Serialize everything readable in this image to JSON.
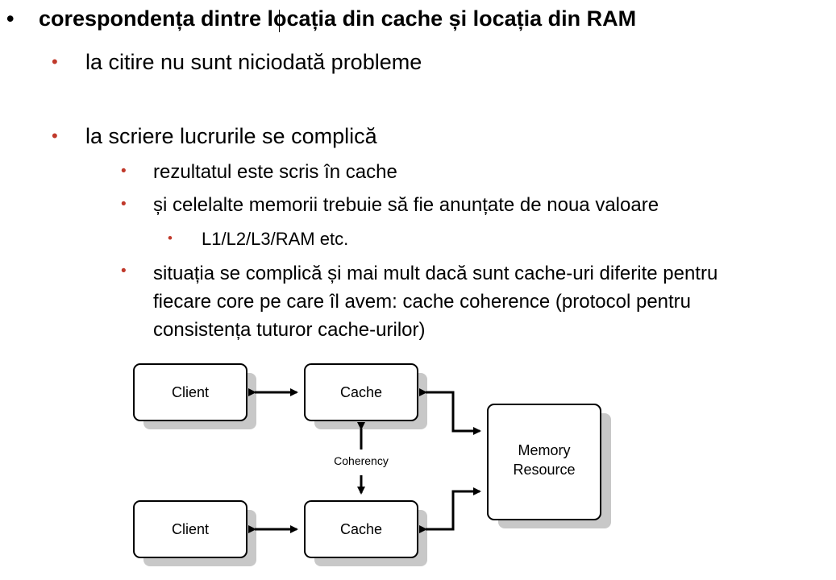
{
  "bullets": {
    "main": "corespondența dintre locația din cache și locația din RAM",
    "read": "la citire nu sunt niciodată probleme",
    "write": "la scriere lucrurile se complică",
    "result": "rezultatul este scris în cache",
    "notify": "și celelalte memorii trebuie să fie anunțate de noua valoare",
    "levels": "L1/L2/L3/RAM etc.",
    "situation_line1": "situația se complică și mai mult dacă sunt cache-uri diferite pentru",
    "situation_line2": "fiecare core pe care îl avem: cache coherence (protocol pentru",
    "situation_line3": "consistența tuturor cache-urilor)"
  },
  "bullet_glyphs": {
    "black": "•",
    "red": "•"
  },
  "colors": {
    "red_bullet": "#c0392b",
    "box_shadow": "#c8c8c8"
  },
  "diagram": {
    "client_top": "Client",
    "cache_top": "Cache",
    "client_bottom": "Client",
    "cache_bottom": "Cache",
    "coherency": "Coherency",
    "memory_line1": "Memory",
    "memory_line2": "Resource"
  }
}
